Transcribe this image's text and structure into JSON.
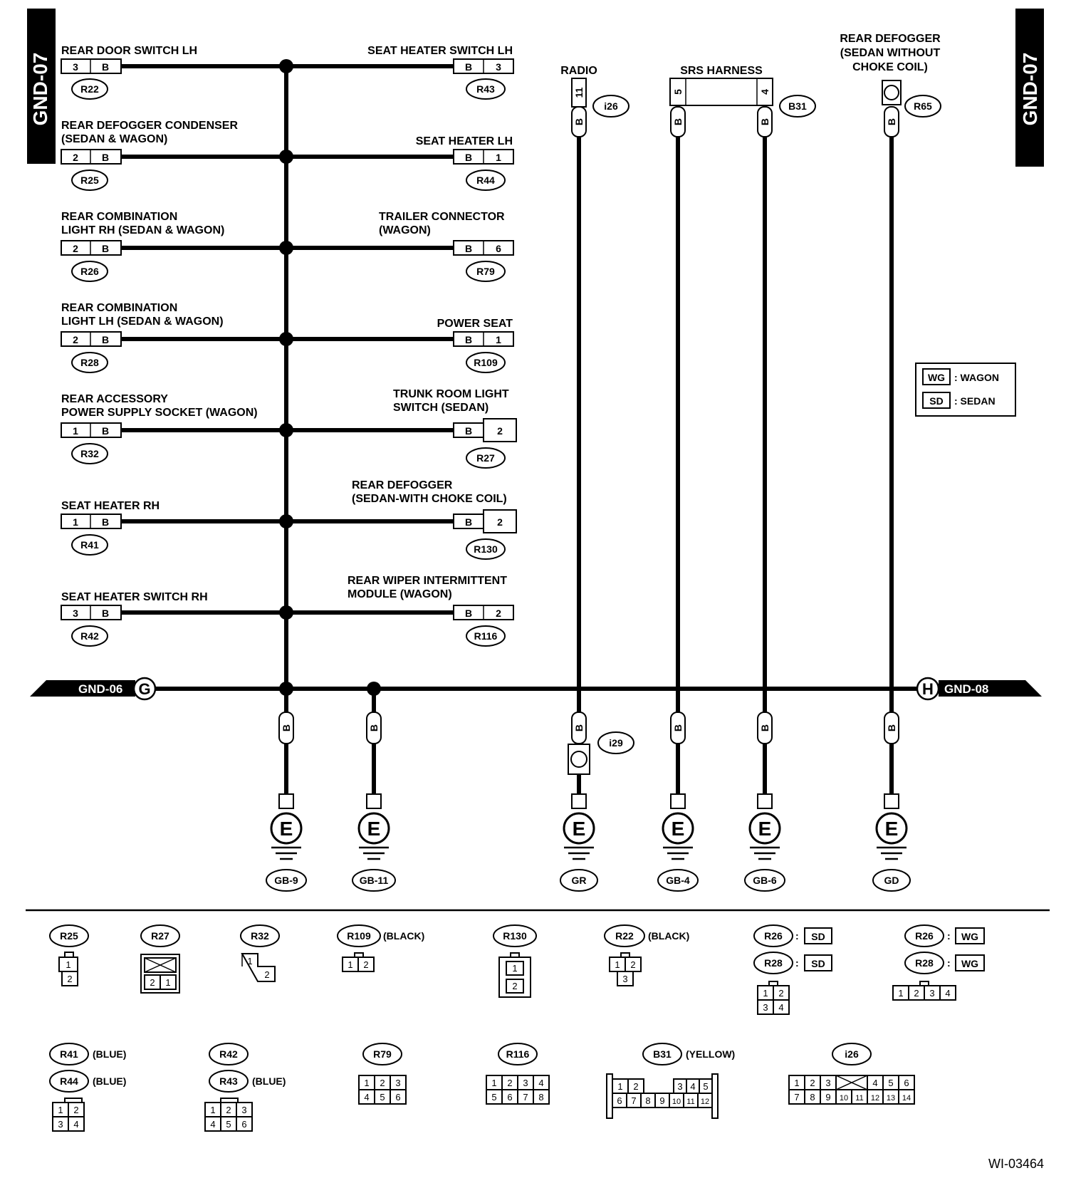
{
  "page": {
    "tag_left": "GND-07",
    "tag_right": "GND-07",
    "figure_id": "WI-03464"
  },
  "legend": [
    {
      "code": "WG",
      "text": ": WAGON"
    },
    {
      "code": "SD",
      "text": ": SEDAN"
    }
  ],
  "wire_color": "B",
  "left_connectors": [
    {
      "name": [
        "REAR DOOR SWITCH LH"
      ],
      "pin": "3",
      "ref": "R22"
    },
    {
      "name": [
        "REAR DEFOGGER CONDENSER",
        "(SEDAN & WAGON)"
      ],
      "pin": "2",
      "ref": "R25"
    },
    {
      "name": [
        "REAR COMBINATION",
        "LIGHT RH (SEDAN & WAGON)"
      ],
      "pin": "2",
      "ref": "R26"
    },
    {
      "name": [
        "REAR COMBINATION",
        "LIGHT LH (SEDAN & WAGON)"
      ],
      "pin": "2",
      "ref": "R28"
    },
    {
      "name": [
        "REAR ACCESSORY",
        "POWER SUPPLY SOCKET (WAGON)"
      ],
      "pin": "1",
      "ref": "R32"
    },
    {
      "name": [
        "SEAT HEATER RH"
      ],
      "pin": "1",
      "ref": "R41"
    },
    {
      "name": [
        "SEAT HEATER SWITCH RH"
      ],
      "pin": "3",
      "ref": "R42"
    }
  ],
  "right_connectors": [
    {
      "name": [
        "SEAT HEATER SWITCH LH"
      ],
      "pin": "3",
      "ref": "R43"
    },
    {
      "name": [
        "SEAT HEATER LH"
      ],
      "pin": "1",
      "ref": "R44"
    },
    {
      "name": [
        "TRAILER CONNECTOR",
        "(WAGON)"
      ],
      "pin": "6",
      "ref": "R79"
    },
    {
      "name": [
        "POWER SEAT"
      ],
      "pin": "1",
      "ref": "R109"
    },
    {
      "name": [
        "TRUNK ROOM LIGHT",
        "SWITCH (SEDAN)"
      ],
      "pin": "2",
      "ref": "R27"
    },
    {
      "name": [
        "REAR DEFOGGER",
        "(SEDAN-WITH CHOKE COIL)"
      ],
      "pin": "2",
      "ref": "R130"
    },
    {
      "name": [
        "REAR WIPER INTERMITTENT",
        "MODULE (WAGON)"
      ],
      "pin": "2",
      "ref": "R116"
    }
  ],
  "top_devices": {
    "radio": {
      "label": "RADIO",
      "pin": "11",
      "ref": "i26"
    },
    "srs": {
      "label": "SRS HARNESS",
      "pins": [
        "5",
        "4"
      ],
      "ref": "B31"
    },
    "defogger": {
      "label": [
        "REAR DEFOGGER",
        "(SEDAN WITHOUT",
        "CHOKE COIL)"
      ],
      "ref": "R65"
    }
  },
  "bus": {
    "left": "GND-06",
    "left_letter": "G",
    "right": "GND-08",
    "right_letter": "H"
  },
  "ground_letter": "E",
  "mid_connector": "i29",
  "grounds": [
    "GB-9",
    "GB-11",
    "GR",
    "GB-4",
    "GB-6",
    "GD"
  ],
  "details": [
    {
      "ref": "R25",
      "note": "",
      "rows": [
        [
          "1"
        ],
        [
          "2"
        ]
      ]
    },
    {
      "ref": "R27",
      "note": "",
      "rows": [
        [
          "2",
          "1"
        ]
      ]
    },
    {
      "ref": "R32",
      "note": "",
      "rows": [
        [
          "1"
        ],
        [
          "2"
        ]
      ]
    },
    {
      "ref": "R109",
      "note": "(BLACK)",
      "rows": [
        [
          "1",
          "2"
        ]
      ]
    },
    {
      "ref": "R130",
      "note": "",
      "rows": [
        [
          "1"
        ],
        [
          "2"
        ]
      ]
    },
    {
      "ref": "R22",
      "note": "(BLACK)",
      "rows": [
        [
          "1",
          "2"
        ],
        [
          "3"
        ]
      ]
    },
    {
      "ref": "R26",
      "note": ":",
      "tag": "SD"
    },
    {
      "ref": "R28",
      "note": ":",
      "tag": "SD",
      "rows": [
        [
          "1",
          "2"
        ],
        [
          "3",
          "4"
        ]
      ]
    },
    {
      "ref": "R26",
      "note": ":",
      "tag": "WG"
    },
    {
      "ref": "R28",
      "note": ":",
      "tag": "WG",
      "rows": [
        [
          "1",
          "2",
          "3",
          "4"
        ]
      ]
    },
    {
      "ref": "R41",
      "note": "(BLUE)"
    },
    {
      "ref": "R44",
      "note": "(BLUE)",
      "rows": [
        [
          "1",
          "2"
        ],
        [
          "3",
          "4"
        ]
      ]
    },
    {
      "ref": "R42",
      "note": ""
    },
    {
      "ref": "R43",
      "note": "(BLUE)",
      "rows": [
        [
          "1",
          "2",
          "3"
        ],
        [
          "4",
          "5",
          "6"
        ]
      ]
    },
    {
      "ref": "R79",
      "note": "",
      "rows": [
        [
          "1",
          "2",
          "3"
        ],
        [
          "4",
          "5",
          "6"
        ]
      ]
    },
    {
      "ref": "R116",
      "note": "",
      "rows": [
        [
          "1",
          "2",
          "3",
          "4"
        ],
        [
          "5",
          "6",
          "7",
          "8"
        ]
      ]
    },
    {
      "ref": "B31",
      "note": "(YELLOW)",
      "rows": [
        [
          "1",
          "2",
          "",
          "",
          "",
          "3",
          "4",
          "5"
        ],
        [
          "6",
          "7",
          "8",
          "9",
          "10",
          "11",
          "12"
        ]
      ]
    },
    {
      "ref": "i26",
      "note": "",
      "rows": [
        [
          "1",
          "2",
          "3",
          "",
          "",
          "4",
          "5",
          "6"
        ],
        [
          "7",
          "8",
          "9",
          "10",
          "11",
          "12",
          "13",
          "14"
        ]
      ]
    }
  ]
}
